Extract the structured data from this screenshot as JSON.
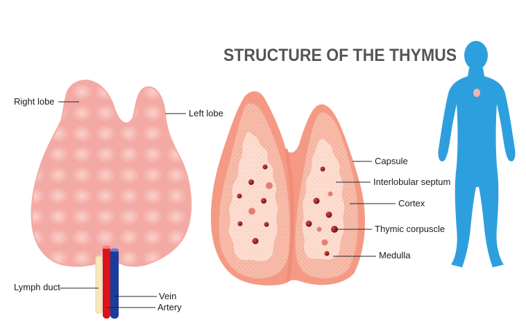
{
  "title": "STRUCTURE OF THE THYMUS",
  "labels": {
    "right_lobe": "Right lobe",
    "left_lobe": "Left lobe",
    "lymph_duct": "Lymph duct",
    "vein": "Vein",
    "artery": "Artery",
    "capsule": "Capsule",
    "interlobular_septum": "Interlobular septum",
    "cortex": "Cortex",
    "thymic_corpuscle": "Thymic corpuscle",
    "medulla": "Medulla"
  },
  "colors": {
    "gland_fill": "#f9c2bd",
    "gland_cell": "#f3aaa3",
    "capsule": "#f49a84",
    "cortex": "#f6b5a3",
    "medulla": "#fbd9cc",
    "corpuscle": "#7a1010",
    "vein": "#1a3c9c",
    "artery": "#d8141c",
    "lymph": "#f6e8c0",
    "human": "#2e9fde",
    "title": "#555555",
    "line": "#222222"
  }
}
